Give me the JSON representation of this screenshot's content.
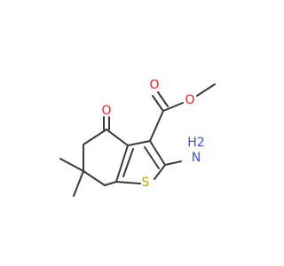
{
  "molecule": {
    "atoms": {
      "ester_carbonyl_O": "O",
      "ester_ether_O": "O",
      "ketone_O": "O",
      "thiophene_S": "S",
      "amino_N": "N",
      "amino_H2": "H2"
    },
    "colors": {
      "bond": "#3a3a3a",
      "oxygen": "#ff1a1a",
      "sulfur": "#b8a800",
      "nitrogen": "#3b4bff"
    }
  }
}
